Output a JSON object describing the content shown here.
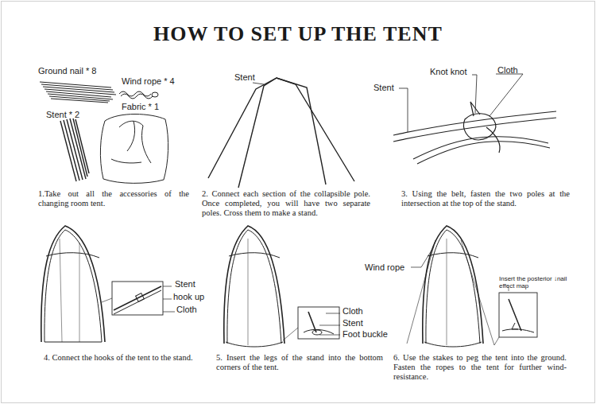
{
  "diagram": {
    "title": "HOW TO SET UP THE TENT",
    "labels": [
      "Ground nail * 8",
      "Wind rope * 4",
      "Stent * 2",
      "Fabric * 1",
      "1.Take out all the accessories of the changing room tent.",
      "Stent",
      "2. Connect each section of the collapsible pole. Once completed, you will have two separate poles. Cross them to make a stand.",
      "Knot knot",
      "Cloth",
      "Stent",
      "3. Using the belt, fasten the two poles at the intersection at the top of the stand.",
      "Stent",
      "hook up",
      "Cloth",
      "4. Connect the hooks of the tent to the stand.",
      "Cloth",
      "Stent",
      "Foot buckle",
      "5. Insert the legs of the stand into the bottom corners of the tent.",
      "Wind rope",
      "Insert the posterior ↓nail effect map",
      "6. Use the stakes to peg the tent into the ground. Fasten the ropes to the tent for further wind-resistance."
    ]
  }
}
